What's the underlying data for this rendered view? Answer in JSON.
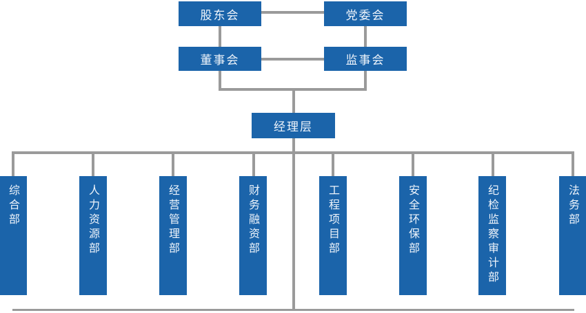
{
  "colors": {
    "node_blue": "#1b64aa",
    "line_gray": "#9a9a9a",
    "node_text": "#eef4fb",
    "canvas_bg": "#ffffff"
  },
  "org": {
    "governance": [
      {
        "id": "shareholders-meeting",
        "label": "股东会"
      },
      {
        "id": "party-committee",
        "label": "党委会"
      },
      {
        "id": "board-of-directors",
        "label": "董事会"
      },
      {
        "id": "supervisory-board",
        "label": "监事会"
      }
    ],
    "management": {
      "id": "management-level",
      "label": "经理层"
    },
    "departments": [
      {
        "id": "general-department",
        "label": "综合部"
      },
      {
        "id": "human-resources-department",
        "label": "人力资源部"
      },
      {
        "id": "business-management-department",
        "label": "经营管理部"
      },
      {
        "id": "finance-financing-department",
        "label": "财务融资部"
      },
      {
        "id": "engineering-project-department",
        "label": "工程项目部"
      },
      {
        "id": "safety-environment-department",
        "label": "安全环保部"
      },
      {
        "id": "discipline-inspection-audit-department",
        "label": "纪检监察审计部"
      },
      {
        "id": "legal-affairs-department",
        "label": "法务部"
      }
    ]
  }
}
